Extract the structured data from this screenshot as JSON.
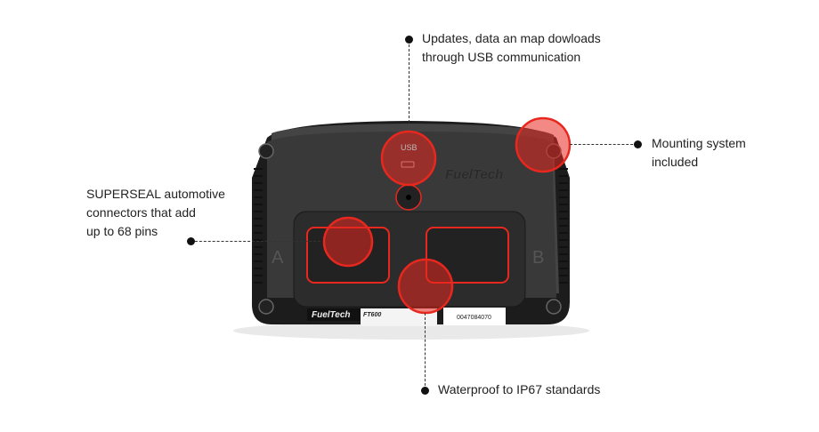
{
  "callouts": {
    "usb": {
      "line1": "Updates, data an map dowloads",
      "line2": "through USB communication"
    },
    "mounting": {
      "line1": "Mounting system",
      "line2": "included"
    },
    "connectors": {
      "line1": "SUPERSEAL automotive",
      "line2": "connectors that add",
      "line3": "up to 68 pins"
    },
    "waterproof": {
      "line1": "Waterproof to IP67 standards"
    }
  },
  "device": {
    "usb_label": "USB",
    "brand": "FuelTech",
    "connector_a": "A",
    "connector_b": "B",
    "model": "FT600",
    "serial": "0047084070"
  },
  "colors": {
    "highlight": "#e8281f",
    "body": "#3a3a3a"
  }
}
